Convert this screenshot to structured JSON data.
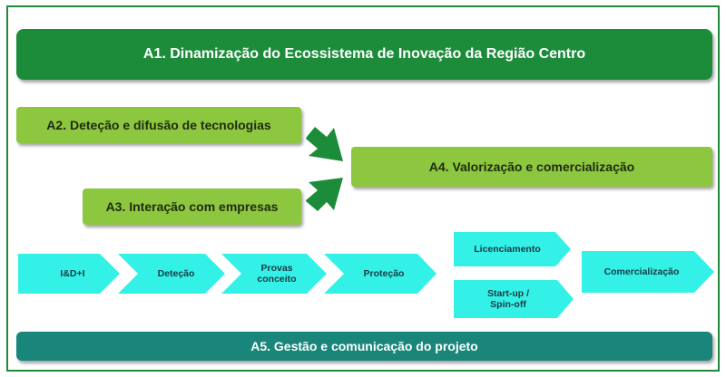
{
  "diagram": {
    "a1": "A1. Dinamização do Ecossistema de Inovação da Região Centro",
    "a2": "A2. Deteção e difusão de tecnologias",
    "a3": "A3. Interação com empresas",
    "a4": "A4. Valorização e comercialização",
    "a5": "A5. Gestão e comunicação do projeto",
    "chevrons": {
      "idi": "I&D+I",
      "detecao": "Deteção",
      "provas_line1": "Provas",
      "provas_line2": "conceito",
      "protecao": "Proteção",
      "licenciamento": "Licenciamento",
      "startup_line1": "Start-up /",
      "startup_line2": "Spin-off",
      "comercializacao": "Comercialização"
    }
  },
  "colors": {
    "dark_green": "#1c8c3b",
    "lime_green": "#8dc63f",
    "teal": "#1a857a",
    "cyan": "#33f1e6"
  }
}
